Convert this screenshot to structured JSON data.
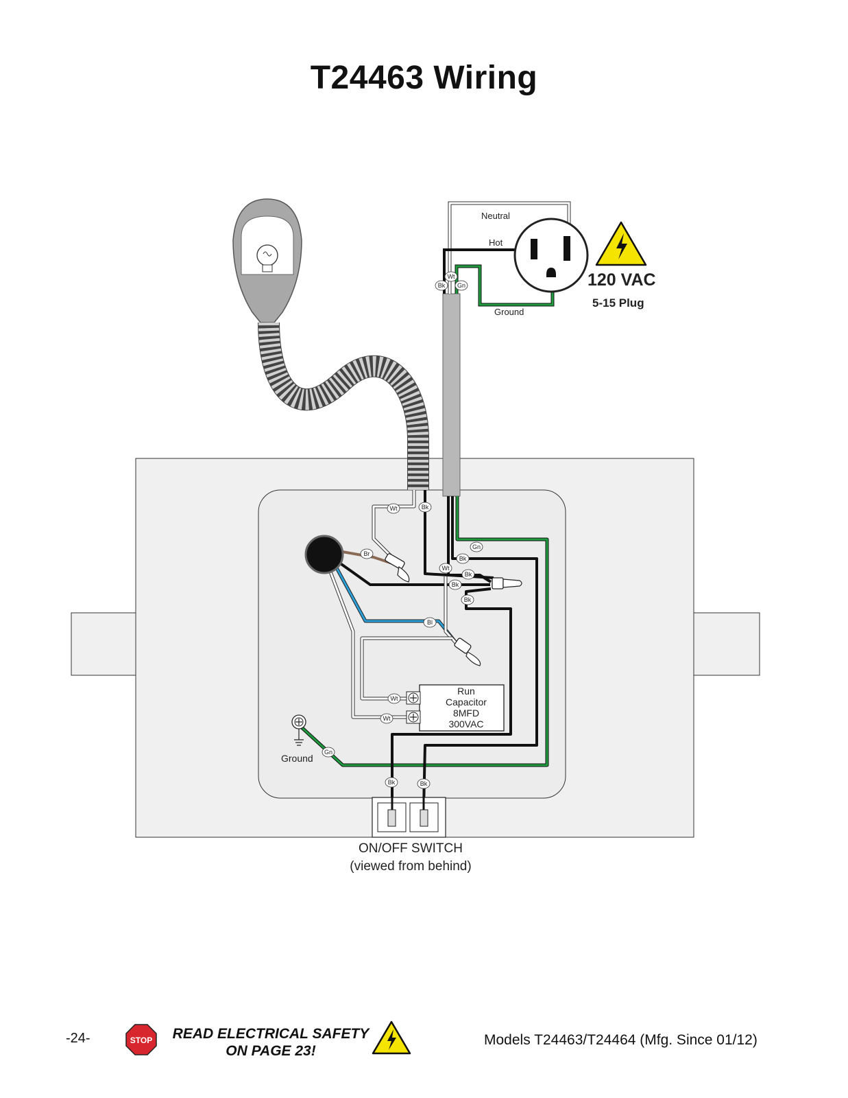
{
  "title": "T24463 Wiring",
  "outlet": {
    "neutral_label": "Neutral",
    "hot_label": "Hot",
    "ground_label": "Ground",
    "voltage": "120 VAC",
    "plug": "5-15 Plug"
  },
  "wire_tags": {
    "wt": "Wt",
    "bk": "Bk",
    "gn": "Gn",
    "br": "Br",
    "bl": "Bl"
  },
  "capacitor": {
    "line1": "Run",
    "line2": "Capacitor",
    "line3": "8MFD",
    "line4": "300VAC"
  },
  "ground_terminal_label": "Ground",
  "switch": {
    "label": "ON/OFF SWITCH",
    "sublabel": "(viewed from behind)"
  },
  "footer": {
    "page_number": "-24-",
    "stop_sign": "STOP",
    "warning_line1": "READ ELECTRICAL SAFETY",
    "warning_line2": "ON PAGE 23!",
    "models": "Models T24463/T24464 (Mfg. Since 01/12)"
  },
  "colors": {
    "black_wire": "#111111",
    "white_wire": "#ffffff",
    "green_wire": "#1f9a3e",
    "blue_wire": "#2a9fd8",
    "brown_wire": "#8a6a55",
    "warning_yellow": "#f5e400",
    "stop_red": "#d8262e",
    "panel_gray": "#f0f0f0",
    "cord_gray": "#b8b8b8"
  }
}
